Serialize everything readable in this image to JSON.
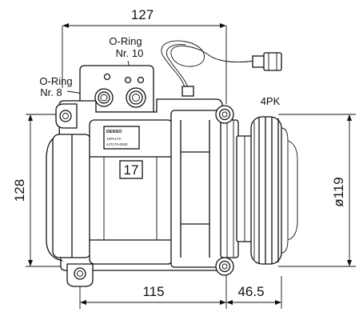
{
  "dimensions": {
    "width_top": "127",
    "height_left": "128",
    "width_bottom": "115",
    "pulley_width": "46.5",
    "pulley_diameter": "ø119"
  },
  "labels": {
    "oring_10_line1": "O-Ring",
    "oring_10_line2": "Nr. 10",
    "oring_8_line1": "O-Ring",
    "oring_8_line2": "Nr. 8",
    "belt": "4PK",
    "part_number": "17"
  },
  "nameplate": {
    "brand": "DENSO",
    "model": "10PA17C",
    "serial": "447170-0000"
  }
}
